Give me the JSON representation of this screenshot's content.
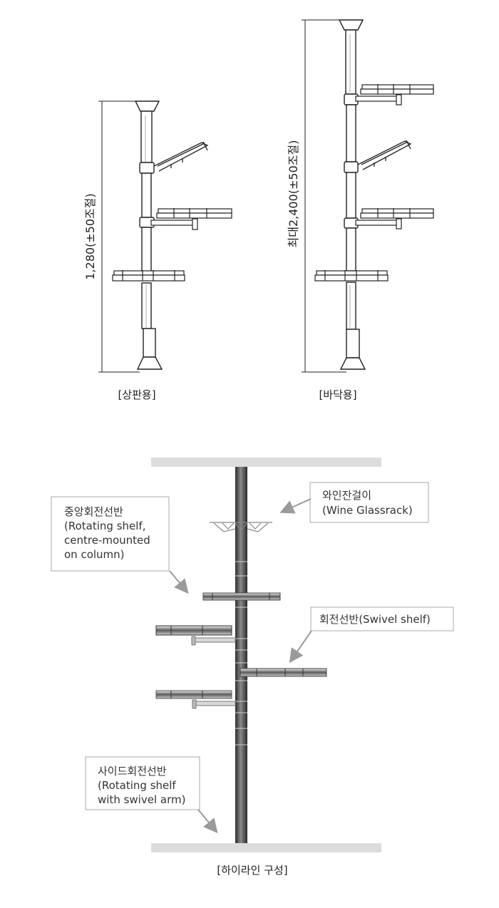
{
  "top_diagrams": {
    "left": {
      "dimension_label": "1,280(±50조절)",
      "caption": "[상판용]"
    },
    "right": {
      "dimension_label": "최대2,400(±50조절)",
      "caption": "[바닥용]"
    }
  },
  "bottom_diagram": {
    "caption": "[하이라인 구성]",
    "callouts": {
      "center_shelf": [
        "중앙회전선반",
        "(Rotating shelf,",
        "centre-mounted",
        "on column)"
      ],
      "wine_rack": [
        "와인잔걸이",
        "(Wine Glassrack)"
      ],
      "swivel_shelf": [
        "회전선반(Swivel shelf)"
      ],
      "side_shelf": [
        "사이드회전선반",
        "(Rotating shelf",
        "with swivel arm)"
      ]
    }
  }
}
